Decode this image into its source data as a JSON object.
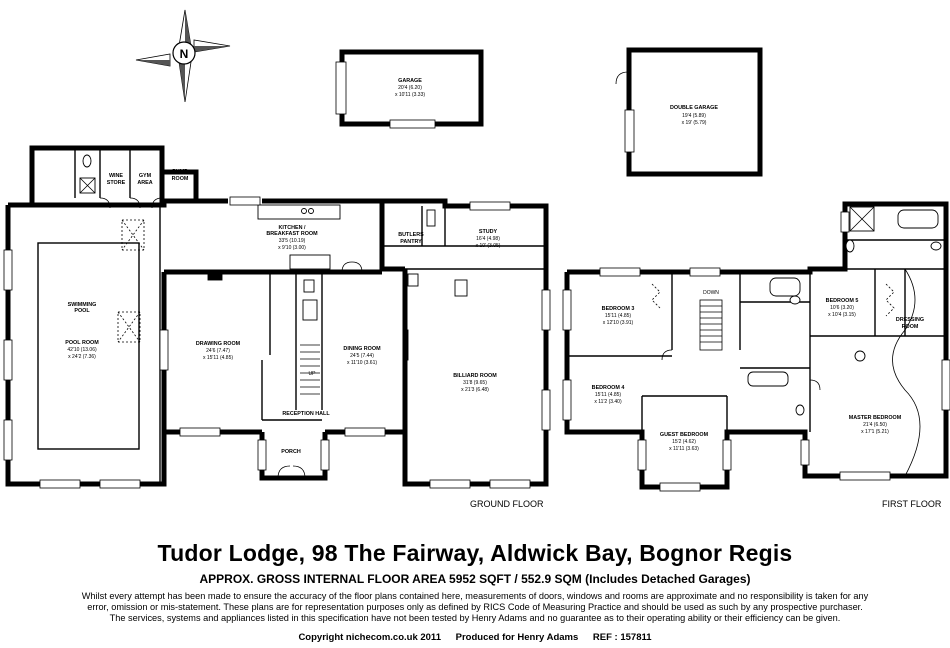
{
  "compass": {
    "label": "N"
  },
  "rooms": {
    "garage": {
      "name": "GARAGE",
      "dims": "20'4 (6.20)",
      "dims2": "x 10'11 (3.33)"
    },
    "double_garage": {
      "name": "DOUBLE GARAGE",
      "dims": "19'4 (5.89)",
      "dims2": "x 19' (5.79)"
    },
    "wine_store": {
      "name": "WINE",
      "name2": "STORE"
    },
    "gym": {
      "name": "GYM",
      "name2": "AREA"
    },
    "pump": {
      "name": "PUMP",
      "name2": "ROOM"
    },
    "kitchen": {
      "name": "KITCHEN /",
      "name2": "BREAKFAST ROOM",
      "dims": "33'5 (10.19)",
      "dims2": "x 9'10 (3.00)"
    },
    "butlers": {
      "name": "BUTLERS",
      "name2": "PANTRY"
    },
    "study": {
      "name": "STUDY",
      "dims": "16'4 (4.98)",
      "dims2": "x 10' (3.05)"
    },
    "pool": {
      "name": "SWIMMING",
      "name2": "POOL",
      "name3": "POOL ROOM",
      "dims": "42'10 (13.06)",
      "dims2": "x 24'2 (7.36)"
    },
    "drawing": {
      "name": "DRAWING ROOM",
      "dims": "24'6 (7.47)",
      "dims2": "x 15'11 (4.85)"
    },
    "dining": {
      "name": "DINING ROOM",
      "dims": "24'5 (7.44)",
      "dims2": "x 11'10 (3.61)"
    },
    "billiard": {
      "name": "BILLIARD ROOM",
      "dims": "31'8 (9.65)",
      "dims2": "x 21'3 (6.48)"
    },
    "reception": {
      "name": "RECEPTION HALL"
    },
    "porch": {
      "name": "PORCH"
    },
    "up": {
      "name": "UP"
    },
    "bedroom3": {
      "name": "BEDROOM 3",
      "dims": "15'11 (4.85)",
      "dims2": "x 12'10 (3.91)"
    },
    "down": {
      "name": "DOWN"
    },
    "bedroom5": {
      "name": "BEDROOM 5",
      "dims": "10'6 (3.20)",
      "dims2": "x 10'4 (3.15)"
    },
    "dressing": {
      "name": "DRESSING",
      "name2": "ROOM"
    },
    "bedroom4": {
      "name": "BEDROOM 4",
      "dims": "15'11 (4.85)",
      "dims2": "x 11'2 (3.40)"
    },
    "guest": {
      "name": "GUEST BEDROOM",
      "dims": "15'2 (4.62)",
      "dims2": "x 11'11 (3.63)"
    },
    "master": {
      "name": "MASTER BEDROOM",
      "dims": "21'4 (6.50)",
      "dims2": "x 17'1 (5.21)"
    }
  },
  "floors": {
    "ground": "GROUND FLOOR",
    "first": "FIRST FLOOR"
  },
  "title": "Tudor Lodge, 98 The Fairway, Aldwick Bay, Bognor Regis",
  "area": "APPROX. GROSS INTERNAL FLOOR AREA 5952 SQFT / 552.9 SQM (Includes Detached Garages)",
  "disclaimer": [
    "Whilst every attempt has been made to ensure the accuracy of the floor plans contained here, measurements of doors, windows and rooms are approximate and no responsibility is taken for any",
    "error, omission or mis-statement.  These plans are for representation purposes only as defined by RICS Code of Measuring Practice and should be used as such by any prospective purchaser.",
    "The services, systems and appliances listed in this specification have not been tested by Henry Adams and no guarantee as to their operating ability or their efficiency can be given."
  ],
  "footer": {
    "copyright": "Copyright nichecom.co.uk 2011",
    "produced": "Produced for Henry Adams",
    "ref": "REF : 157811"
  }
}
